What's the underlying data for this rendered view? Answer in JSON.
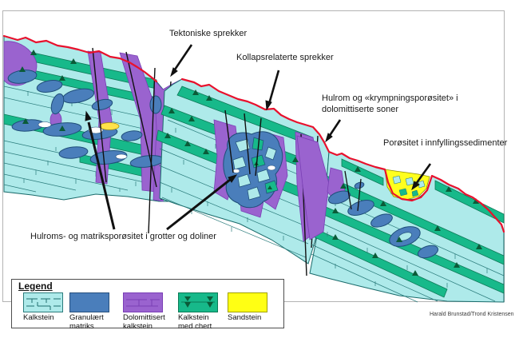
{
  "labels": {
    "tektoniske": "Tektoniske sprekker",
    "kollaps": "Kollapsrelaterte sprekker",
    "hulrom_line1": "Hulrom og «krympningsporøsitet» i",
    "hulrom_line2": "dolomittiserte soner",
    "porositet": "Porøsitet i innfyllingssedimenter",
    "hulroms": "Hulroms- og matriksporøsitet i grotter og doliner"
  },
  "legend": {
    "title": "Legend",
    "items": [
      {
        "label": "Kalkstein",
        "color": "#aeeaea",
        "pattern": "brick"
      },
      {
        "label": "Granulært matriks",
        "color": "#4a7ebb",
        "pattern": "solid"
      },
      {
        "label": "Dolomittisert kalkstein",
        "color": "#9a63cf",
        "pattern": "lines"
      },
      {
        "label": "Kalkstein med chert",
        "color": "#17b98a",
        "pattern": "chert-triangles"
      },
      {
        "label": "Sandstein",
        "color": "#ffff14",
        "pattern": "solid"
      }
    ]
  },
  "credit": "Harald Brunstad/Trond Kristensen",
  "colors": {
    "limestone": "#aeeaea",
    "granular_matrix": "#4a7ebb",
    "dolomitized": "#9a63cf",
    "chert_limestone": "#17b98a",
    "sandstone": "#ffff14",
    "surface_line": "#e8112d",
    "outline": "#1a6b6b",
    "fault": "#111111"
  }
}
